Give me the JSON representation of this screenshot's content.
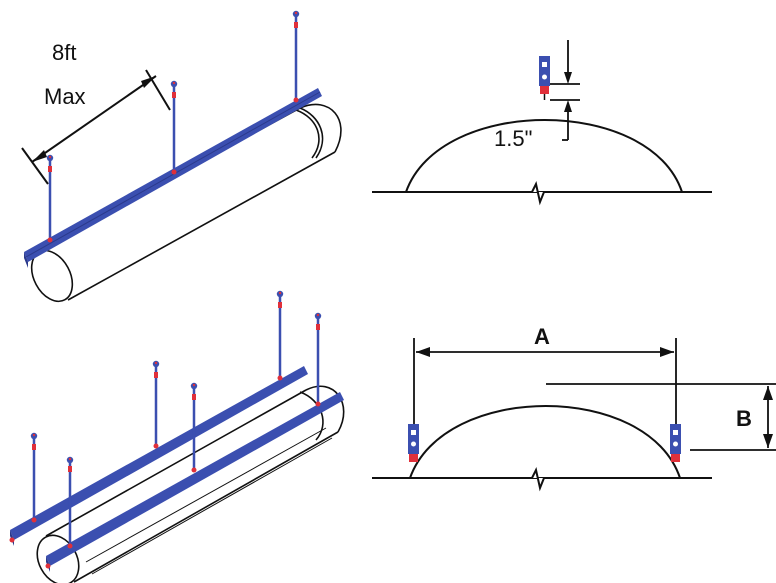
{
  "labels": {
    "spacing_line1": "8ft",
    "spacing_line2": "Max",
    "clearance": "1.5\"",
    "dim_a": "A",
    "dim_b": "B"
  },
  "colors": {
    "strut": "#3b4fb0",
    "strut_dark": "#2b3a8c",
    "fastener": "#e0303a",
    "line": "#111111"
  },
  "icons": {
    "hanger": "threaded-rod-hanger-icon",
    "clamp": "pipe-clamp-icon",
    "break_mark": "break-line-icon"
  }
}
